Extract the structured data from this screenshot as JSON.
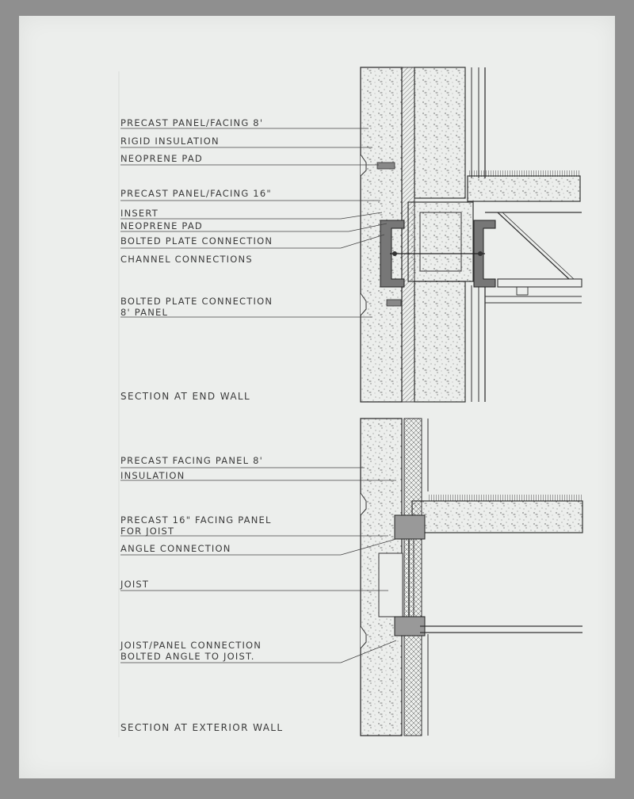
{
  "top_section": {
    "title": "SECTION AT END WALL",
    "labels": [
      "PRECAST PANEL/FACING  8'",
      "RIGID  INSULATION",
      "NEOPRENE PAD",
      "PRECAST PANEL/FACING  16\"",
      "INSERT",
      "NEOPRENE  PAD",
      "BOLTED PLATE CONNECTION",
      "CHANNEL CONNECTIONS",
      "BOLTED PLATE CONNECTION",
      "8' PANEL"
    ]
  },
  "bottom_section": {
    "title": "SECTION AT EXTERIOR WALL",
    "labels": [
      "PRECAST FACING PANEL 8'",
      "INSULATION",
      "PRECAST 16\" FACING PANEL",
      "FOR JOIST",
      "ANGLE CONNECTION",
      "JOIST",
      "JOIST/PANEL CONNECTION",
      "BOLTED ANGLE TO JOIST."
    ]
  },
  "colors": {
    "paper": "#eceeec",
    "background": "#8f8f8f",
    "ink": "#3b3b3b"
  }
}
